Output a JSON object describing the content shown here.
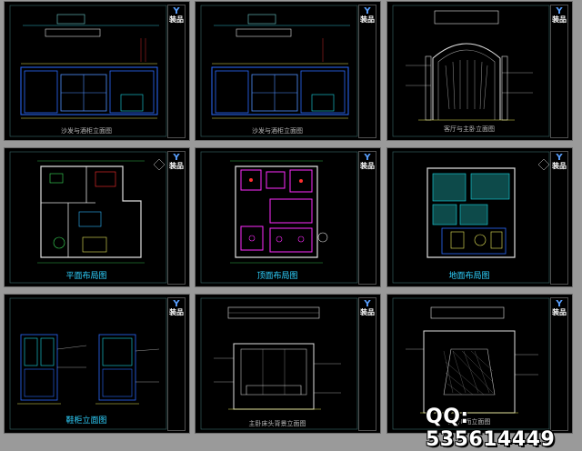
{
  "brand_logo": "Y",
  "brand_name": "装品",
  "watermark": "QQ: 535614449",
  "sheets": [
    {
      "id": "s1",
      "title": "沙发与酒柜立面图"
    },
    {
      "id": "s2",
      "title": "沙发与酒柜立面图"
    },
    {
      "id": "s3",
      "title": "客厅与主卧立面图"
    },
    {
      "id": "s4",
      "title": "平面布局图"
    },
    {
      "id": "s5",
      "title": "顶面布局图"
    },
    {
      "id": "s6",
      "title": "地面布局图"
    },
    {
      "id": "s7",
      "title": "鞋柜立面图"
    },
    {
      "id": "s8",
      "title": "主卧床头背景立面图"
    },
    {
      "id": "s9",
      "title": "主卧B面立面图"
    }
  ],
  "colors": {
    "frame": "#2f8f8f",
    "cyan": "#19d9e6",
    "blue": "#2b6bff",
    "magenta": "#ff2bff",
    "yellow": "#e8e85a",
    "green": "#3be05a",
    "red": "#ff3030"
  }
}
